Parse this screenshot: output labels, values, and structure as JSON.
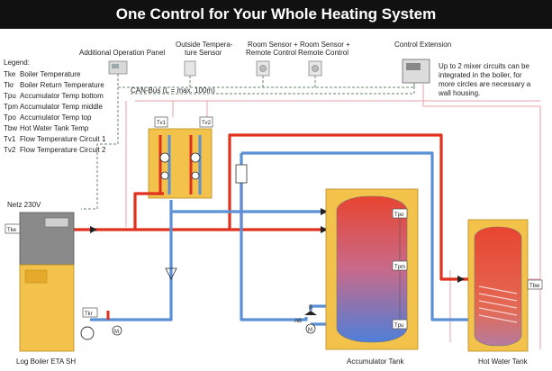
{
  "title": "One Control for Your Whole Heating System",
  "legend": {
    "heading": "Legend:",
    "items": [
      {
        "code": "Tke",
        "desc": "Boiler Temperature"
      },
      {
        "code": "Tkr",
        "desc": "Boiler Return Temperature"
      },
      {
        "code": "Tpu",
        "desc": "Accumulator Temp bottom"
      },
      {
        "code": "Tpm",
        "desc": "Accumulator Temp middle"
      },
      {
        "code": "Tpo",
        "desc": "Accumulator Temp top"
      },
      {
        "code": "Tbw",
        "desc": "Hot Water Tank Temp"
      },
      {
        "code": "Tv1",
        "desc": "Flow Temperature Circuit 1"
      },
      {
        "code": "Tv2",
        "desc": "Flow Temperature Circuit 2"
      }
    ]
  },
  "components": {
    "operation_panel": "Additional Operation Panel",
    "outside_sensor_l1": "Outside Tempera-",
    "outside_sensor_l2": "ture Sensor",
    "room_sensor_1_l1": "Room Sensor +",
    "room_sensor_1_l2": "Remote Control",
    "room_sensor_2_l1": "Room Sensor +",
    "room_sensor_2_l2": "Remote Control",
    "control_extension": "Control Extension",
    "canbus": "CAN-Bus (L = max. 100m)",
    "note_l1": "Up to 2 mixer circuits can be",
    "note_l2": "integrated in the boiler, for",
    "note_l3": "more circles are necessary a",
    "note_l4": "wall housing.",
    "mains": "Netz 230V",
    "boiler_name": "Log Boiler ETA SH",
    "accumulator_name": "Accumulator Tank",
    "hot_water_name": "Hot Water Tank"
  },
  "sensor_tags": {
    "tke": "Tke",
    "tkr": "Tkr",
    "tv1": "Tv1",
    "tv2": "Tv2",
    "tpo": "Tpo",
    "tpm": "Tpm",
    "tpu": "Tpu",
    "tbw": "Tbw"
  },
  "valve_labels": {
    "ab": "AB",
    "b": "B",
    "a": "A",
    "m": "M"
  },
  "colors": {
    "hot_pipe": "#e0301e",
    "cold_pipe": "#5b8fd6",
    "wire": "#e8a0a8",
    "tank_frame": "#f2c24b",
    "boiler_body": "#f2c24b",
    "boiler_top": "#8a8a8a",
    "title_bg": "#111111"
  }
}
